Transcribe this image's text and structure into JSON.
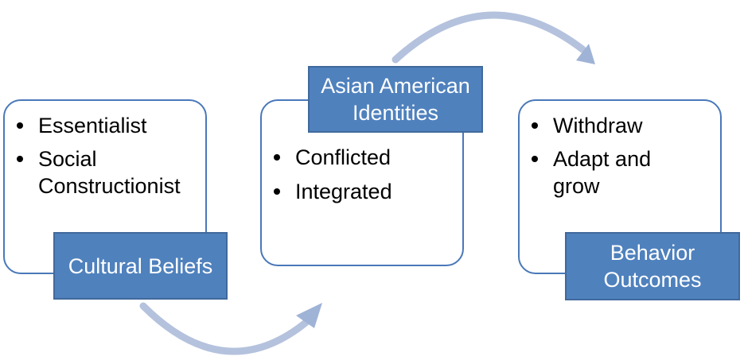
{
  "colors": {
    "accent": "#4f81bd",
    "panel_border": "#4a78b9",
    "arrow": "#b4c2dd"
  },
  "boxes": [
    {
      "label": "Cultural Beliefs",
      "items": [
        "Essentialist",
        "Social Constructionist"
      ]
    },
    {
      "label": "Asian American Identities",
      "items": [
        "Conflicted",
        "Integrated"
      ]
    },
    {
      "label": "Behavior Outcomes",
      "items": [
        "Withdraw",
        "Adapt and grow"
      ]
    }
  ]
}
